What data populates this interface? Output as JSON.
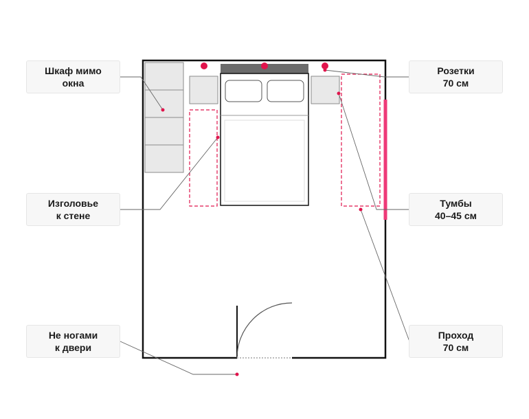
{
  "callouts": {
    "wardrobe": {
      "line1": "Шкаф мимо",
      "line2": "окна"
    },
    "headboard": {
      "line1": "Изголовье",
      "line2": "к стене"
    },
    "feet": {
      "line1": "Не ногами",
      "line2": "к двери"
    },
    "sockets": {
      "line1": "Розетки",
      "line2": "70 см"
    },
    "nightstands": {
      "line1": "Тумбы",
      "line2": "40–45 см"
    },
    "passage": {
      "line1": "Проход",
      "line2": "70 см"
    }
  },
  "colors": {
    "accent": "#e0144c",
    "window": "#ee3a78",
    "wall": "#111111",
    "furniture_fill": "#e9e9e9",
    "furniture_stroke": "#8a8a8a",
    "headboard": "#6b6b6b",
    "leader": "#666666"
  }
}
